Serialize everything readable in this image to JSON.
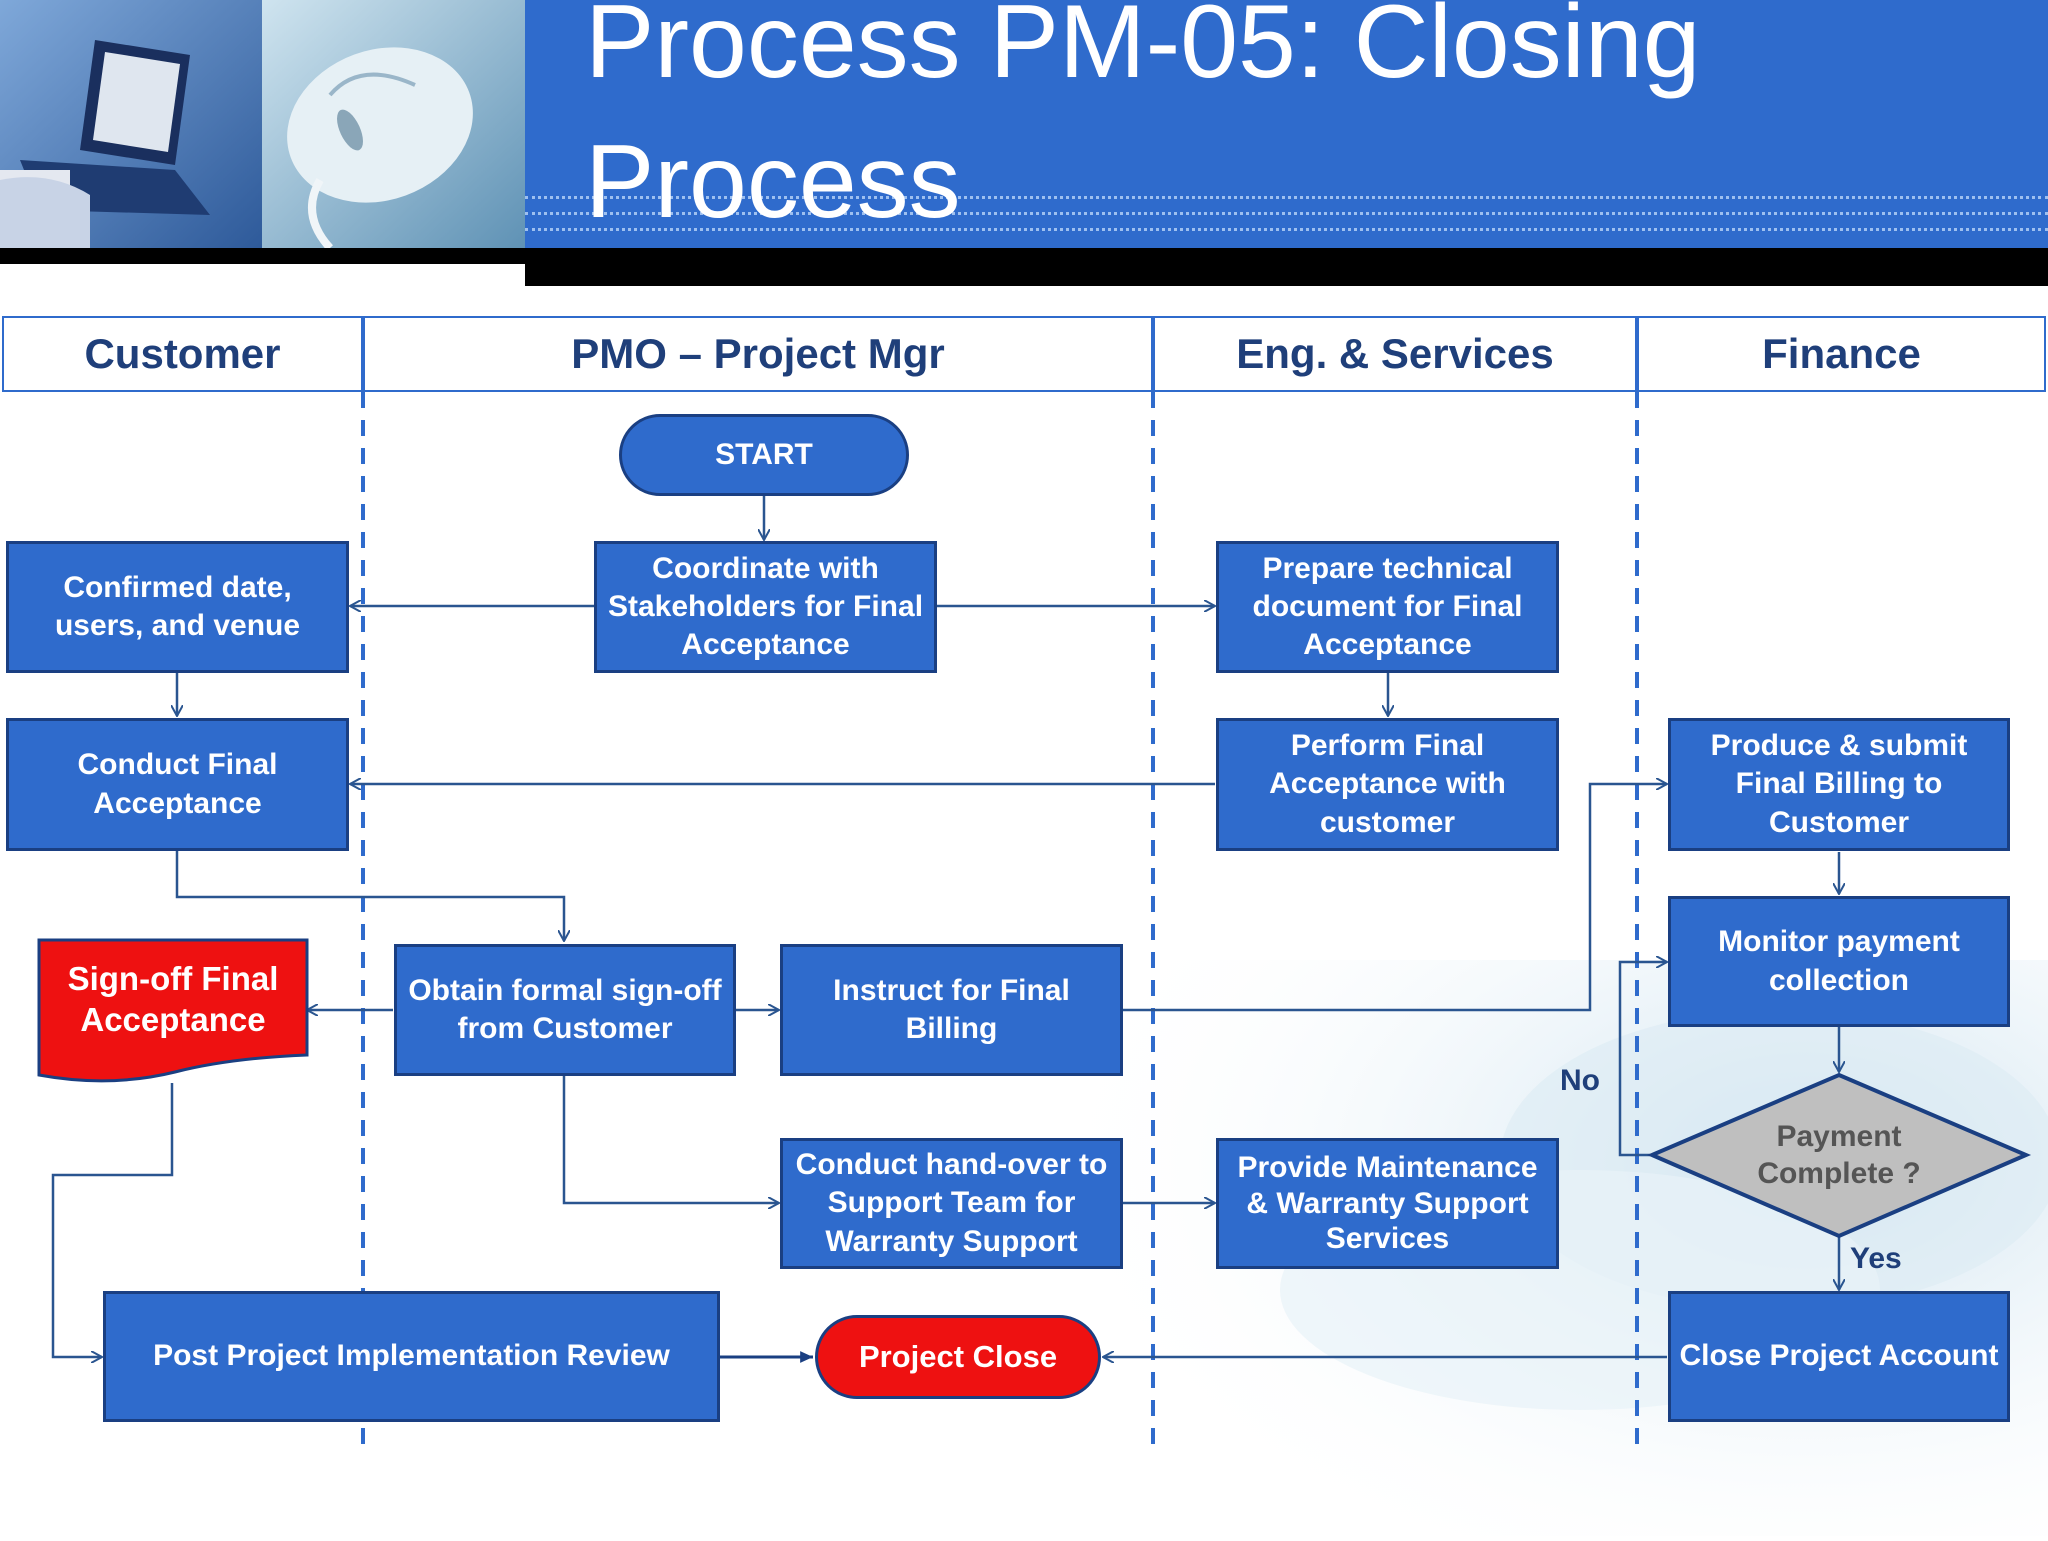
{
  "title": {
    "line1": "Process PM-05: Closing",
    "line2": "Process"
  },
  "lanes": [
    "Customer",
    "PMO – Project Mgr",
    "Eng. & Services",
    "Finance"
  ],
  "nodes": {
    "start": "START",
    "coordinate": "Coordinate with Stakeholders for Final Acceptance",
    "confirmed": "Confirmed date, users, and  venue",
    "prepare": "Prepare technical document for Final Acceptance",
    "conduct_fa": "Conduct Final Acceptance",
    "perform_fa": "Perform Final Acceptance with customer",
    "produce_billing": "Produce & submit Final Billing to Customer",
    "signoff_doc": "Sign-off Final Acceptance",
    "obtain_signoff": "Obtain formal sign-off from Customer",
    "instruct_billing": "Instruct for Final Billing",
    "monitor_payment": "Monitor payment collection",
    "decision": "Payment Complete ?",
    "handover": "Conduct hand-over to Support Team for Warranty Support",
    "maintenance": "Provide Maintenance & Warranty Support Services",
    "ppir": "Post Project Implementation Review",
    "project_close": "Project Close",
    "close_account": "Close Project Account"
  },
  "edge_labels": {
    "no": "No",
    "yes": "Yes"
  },
  "colors": {
    "primary": "#2f6bcc",
    "border": "#1a3f82",
    "accent_red": "#ee1111",
    "decision_gray": "#bfbfbf",
    "lane_text": "#1f3f7a",
    "connector": "#2a5590"
  },
  "icons": [
    "laptop-photo",
    "mouse-photo"
  ]
}
